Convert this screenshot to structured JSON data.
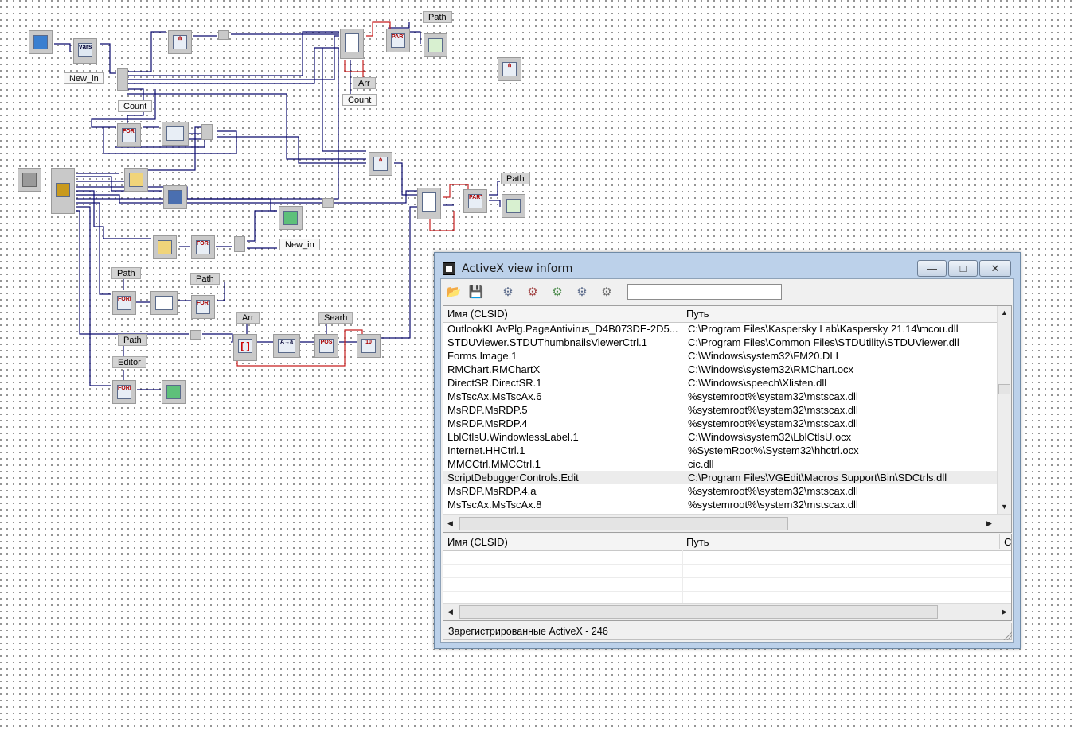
{
  "canvas": {
    "labels": {
      "path1": "Path",
      "new_in1": "New_in",
      "count1": "Count",
      "arr1": "Arr",
      "count2": "Count",
      "path2": "Path",
      "new_in2": "New_in",
      "path3": "Path",
      "path4": "Path",
      "arr2": "Arr",
      "searh": "Searh",
      "path5": "Path",
      "editor": "Editor"
    },
    "icon_texts": {
      "vars": "vars",
      "format": "FORMAT",
      "part": "PART",
      "ab": "a b",
      "pos": "POS",
      "aa": "A→a",
      "num": "10"
    },
    "wire_colors": {
      "main": "#0a0a6e",
      "red": "#c81e1e"
    }
  },
  "window": {
    "title": "ActiveX view inform",
    "buttons": {
      "minimize": "—",
      "maximize": "□",
      "close": "✕"
    },
    "toolbar": {
      "open_icon": "folder-open-icon",
      "save_icon": "save-icon",
      "gear_add_icon": "gear-add-icon",
      "gear_delete_icon": "gear-delete-icon",
      "gear_refresh_icon": "gear-refresh-icon",
      "gear_search_icon": "gear-search-icon",
      "gear_settings_icon": "gear-settings-icon",
      "search_value": ""
    },
    "top_grid": {
      "headers": [
        "Имя (CLSID)",
        "Путь"
      ],
      "rows": [
        [
          "OutlookKLAvPlg.PageAntivirus_D4B073DE-2D5...",
          "C:\\Program Files\\Kaspersky Lab\\Kaspersky 21.14\\mcou.dll"
        ],
        [
          "STDUViewer.STDUThumbnailsViewerCtrl.1",
          "C:\\Program Files\\Common Files\\STDUtility\\STDUViewer.dll"
        ],
        [
          "Forms.Image.1",
          "C:\\Windows\\system32\\FM20.DLL"
        ],
        [
          "RMChart.RMChartX",
          "C:\\Windows\\system32\\RMChart.ocx"
        ],
        [
          "DirectSR.DirectSR.1",
          "C:\\Windows\\speech\\Xlisten.dll"
        ],
        [
          "MsTscAx.MsTscAx.6",
          "%systemroot%\\system32\\mstscax.dll"
        ],
        [
          "MsRDP.MsRDP.5",
          "%systemroot%\\system32\\mstscax.dll"
        ],
        [
          "MsRDP.MsRDP.4",
          "%systemroot%\\system32\\mstscax.dll"
        ],
        [
          "LblCtlsU.WindowlessLabel.1",
          "C:\\Windows\\system32\\LblCtlsU.ocx"
        ],
        [
          "Internet.HHCtrl.1",
          "%SystemRoot%\\System32\\hhctrl.ocx"
        ],
        [
          "MMCCtrl.MMCCtrl.1",
          "cic.dll"
        ],
        [
          "ScriptDebuggerControls.Edit",
          "C:\\Program Files\\VGEdit\\Macros Support\\Bin\\SDCtrls.dll"
        ],
        [
          "MsRDP.MsRDP.4.a",
          "%systemroot%\\system32\\mstscax.dll"
        ],
        [
          "MsTscAx.MsTscAx.8",
          "%systemroot%\\system32\\mstscax.dll"
        ]
      ],
      "selected_row": 11
    },
    "bottom_grid": {
      "headers": [
        "Имя (CLSID)",
        "Путь",
        "C"
      ]
    },
    "status": "Зарегистрированные ActiveX - 246"
  }
}
